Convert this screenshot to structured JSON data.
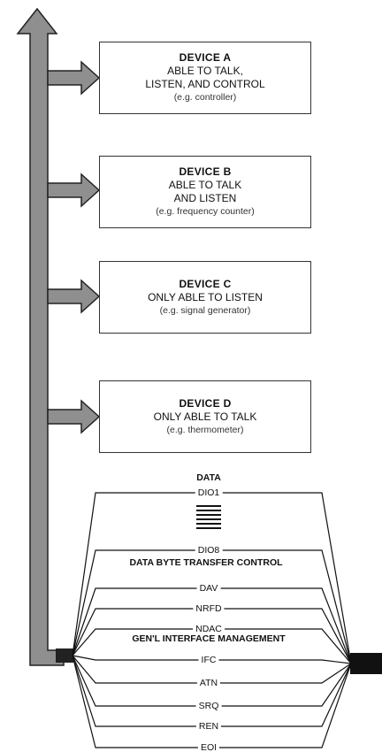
{
  "devices": [
    {
      "title": "DEVICE A",
      "lines": [
        "ABLE TO TALK,",
        "LISTEN, AND CONTROL"
      ],
      "example": "(e.g. controller)"
    },
    {
      "title": "DEVICE B",
      "lines": [
        "ABLE TO TALK",
        "AND LISTEN"
      ],
      "example": "(e.g. frequency counter)"
    },
    {
      "title": "DEVICE C",
      "lines": [
        "ONLY ABLE TO LISTEN"
      ],
      "example": "(e.g. signal generator)"
    },
    {
      "title": "DEVICE D",
      "lines": [
        "ONLY ABLE TO TALK"
      ],
      "example": "(e.g. thermometer)"
    }
  ],
  "groups": {
    "data": "DATA",
    "handshake": "DATA BYTE TRANSFER CONTROL",
    "management": "GEN'L INTERFACE MANAGEMENT"
  },
  "signals": {
    "data_first": "DIO1",
    "data_last": "DIO8",
    "handshake": [
      "DAV",
      "NRFD",
      "NDAC"
    ],
    "management": [
      "IFC",
      "ATN",
      "SRQ",
      "REN",
      "EOI"
    ]
  },
  "colors": {
    "bus_fill": "#8f8f8f",
    "bus_stroke": "#222222",
    "line": "#111111",
    "box_border": "#333333"
  }
}
